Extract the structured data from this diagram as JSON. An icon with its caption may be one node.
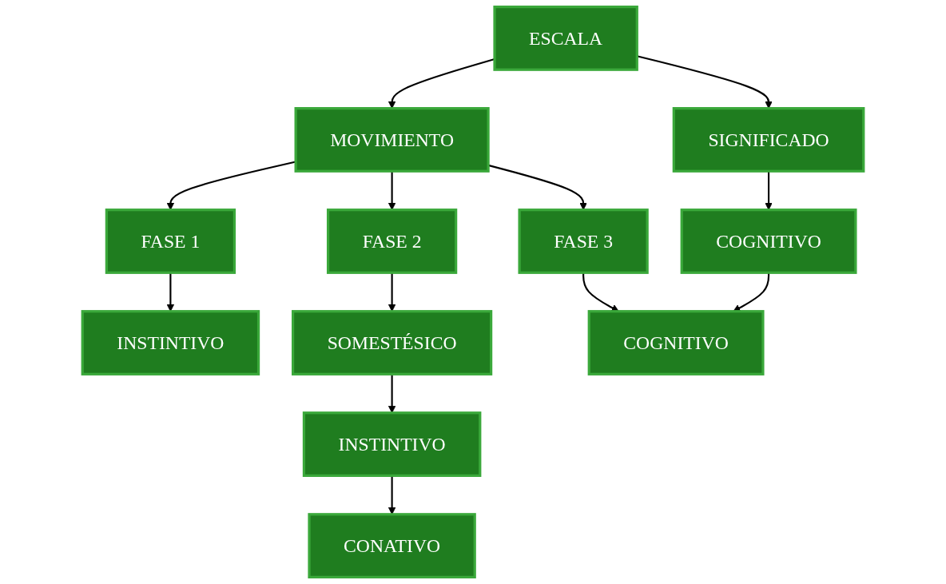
{
  "diagram": {
    "nodes": [
      {
        "text": [
          "ESCALA"
        ]
      },
      {
        "text": [
          "MOVIMIENTO"
        ]
      },
      {
        "text": [
          "SIGNIFICADO"
        ]
      },
      {
        "text": [
          "FASE 1"
        ]
      },
      {
        "text": [
          "FASE 2"
        ]
      },
      {
        "text": [
          "FASE 3"
        ]
      },
      {
        "text": [
          "COGNITIVO"
        ]
      },
      {
        "text": [
          "INSTINTIVO"
        ]
      },
      {
        "text": [
          "SOMESTÉSICO"
        ]
      },
      {
        "text": [
          "COGNITIVO"
        ]
      },
      {
        "text": [
          "INSTINTIVO"
        ]
      },
      {
        "text": [
          "CONATIVO"
        ]
      }
    ],
    "edges": [
      {
        "from": 0,
        "to": 1,
        "arrow": "to"
      },
      {
        "from": 0,
        "to": 2,
        "arrow": "to"
      },
      {
        "from": 1,
        "to": 3,
        "arrow": "to"
      },
      {
        "from": 1,
        "to": 4,
        "arrow": "to"
      },
      {
        "from": 1,
        "to": 5,
        "arrow": "to"
      },
      {
        "from": 2,
        "to": 6,
        "arrow": "to"
      },
      {
        "from": 3,
        "to": 7,
        "arrow": "to"
      },
      {
        "from": 4,
        "to": 8,
        "arrow": "to"
      },
      {
        "from": 5,
        "to": 9,
        "arrow": "to"
      },
      {
        "from": 6,
        "to": 9,
        "arrow": "to"
      },
      {
        "from": 8,
        "to": 10,
        "arrow": "to"
      },
      {
        "from": 10,
        "to": 11,
        "arrow": "to"
      }
    ]
  }
}
